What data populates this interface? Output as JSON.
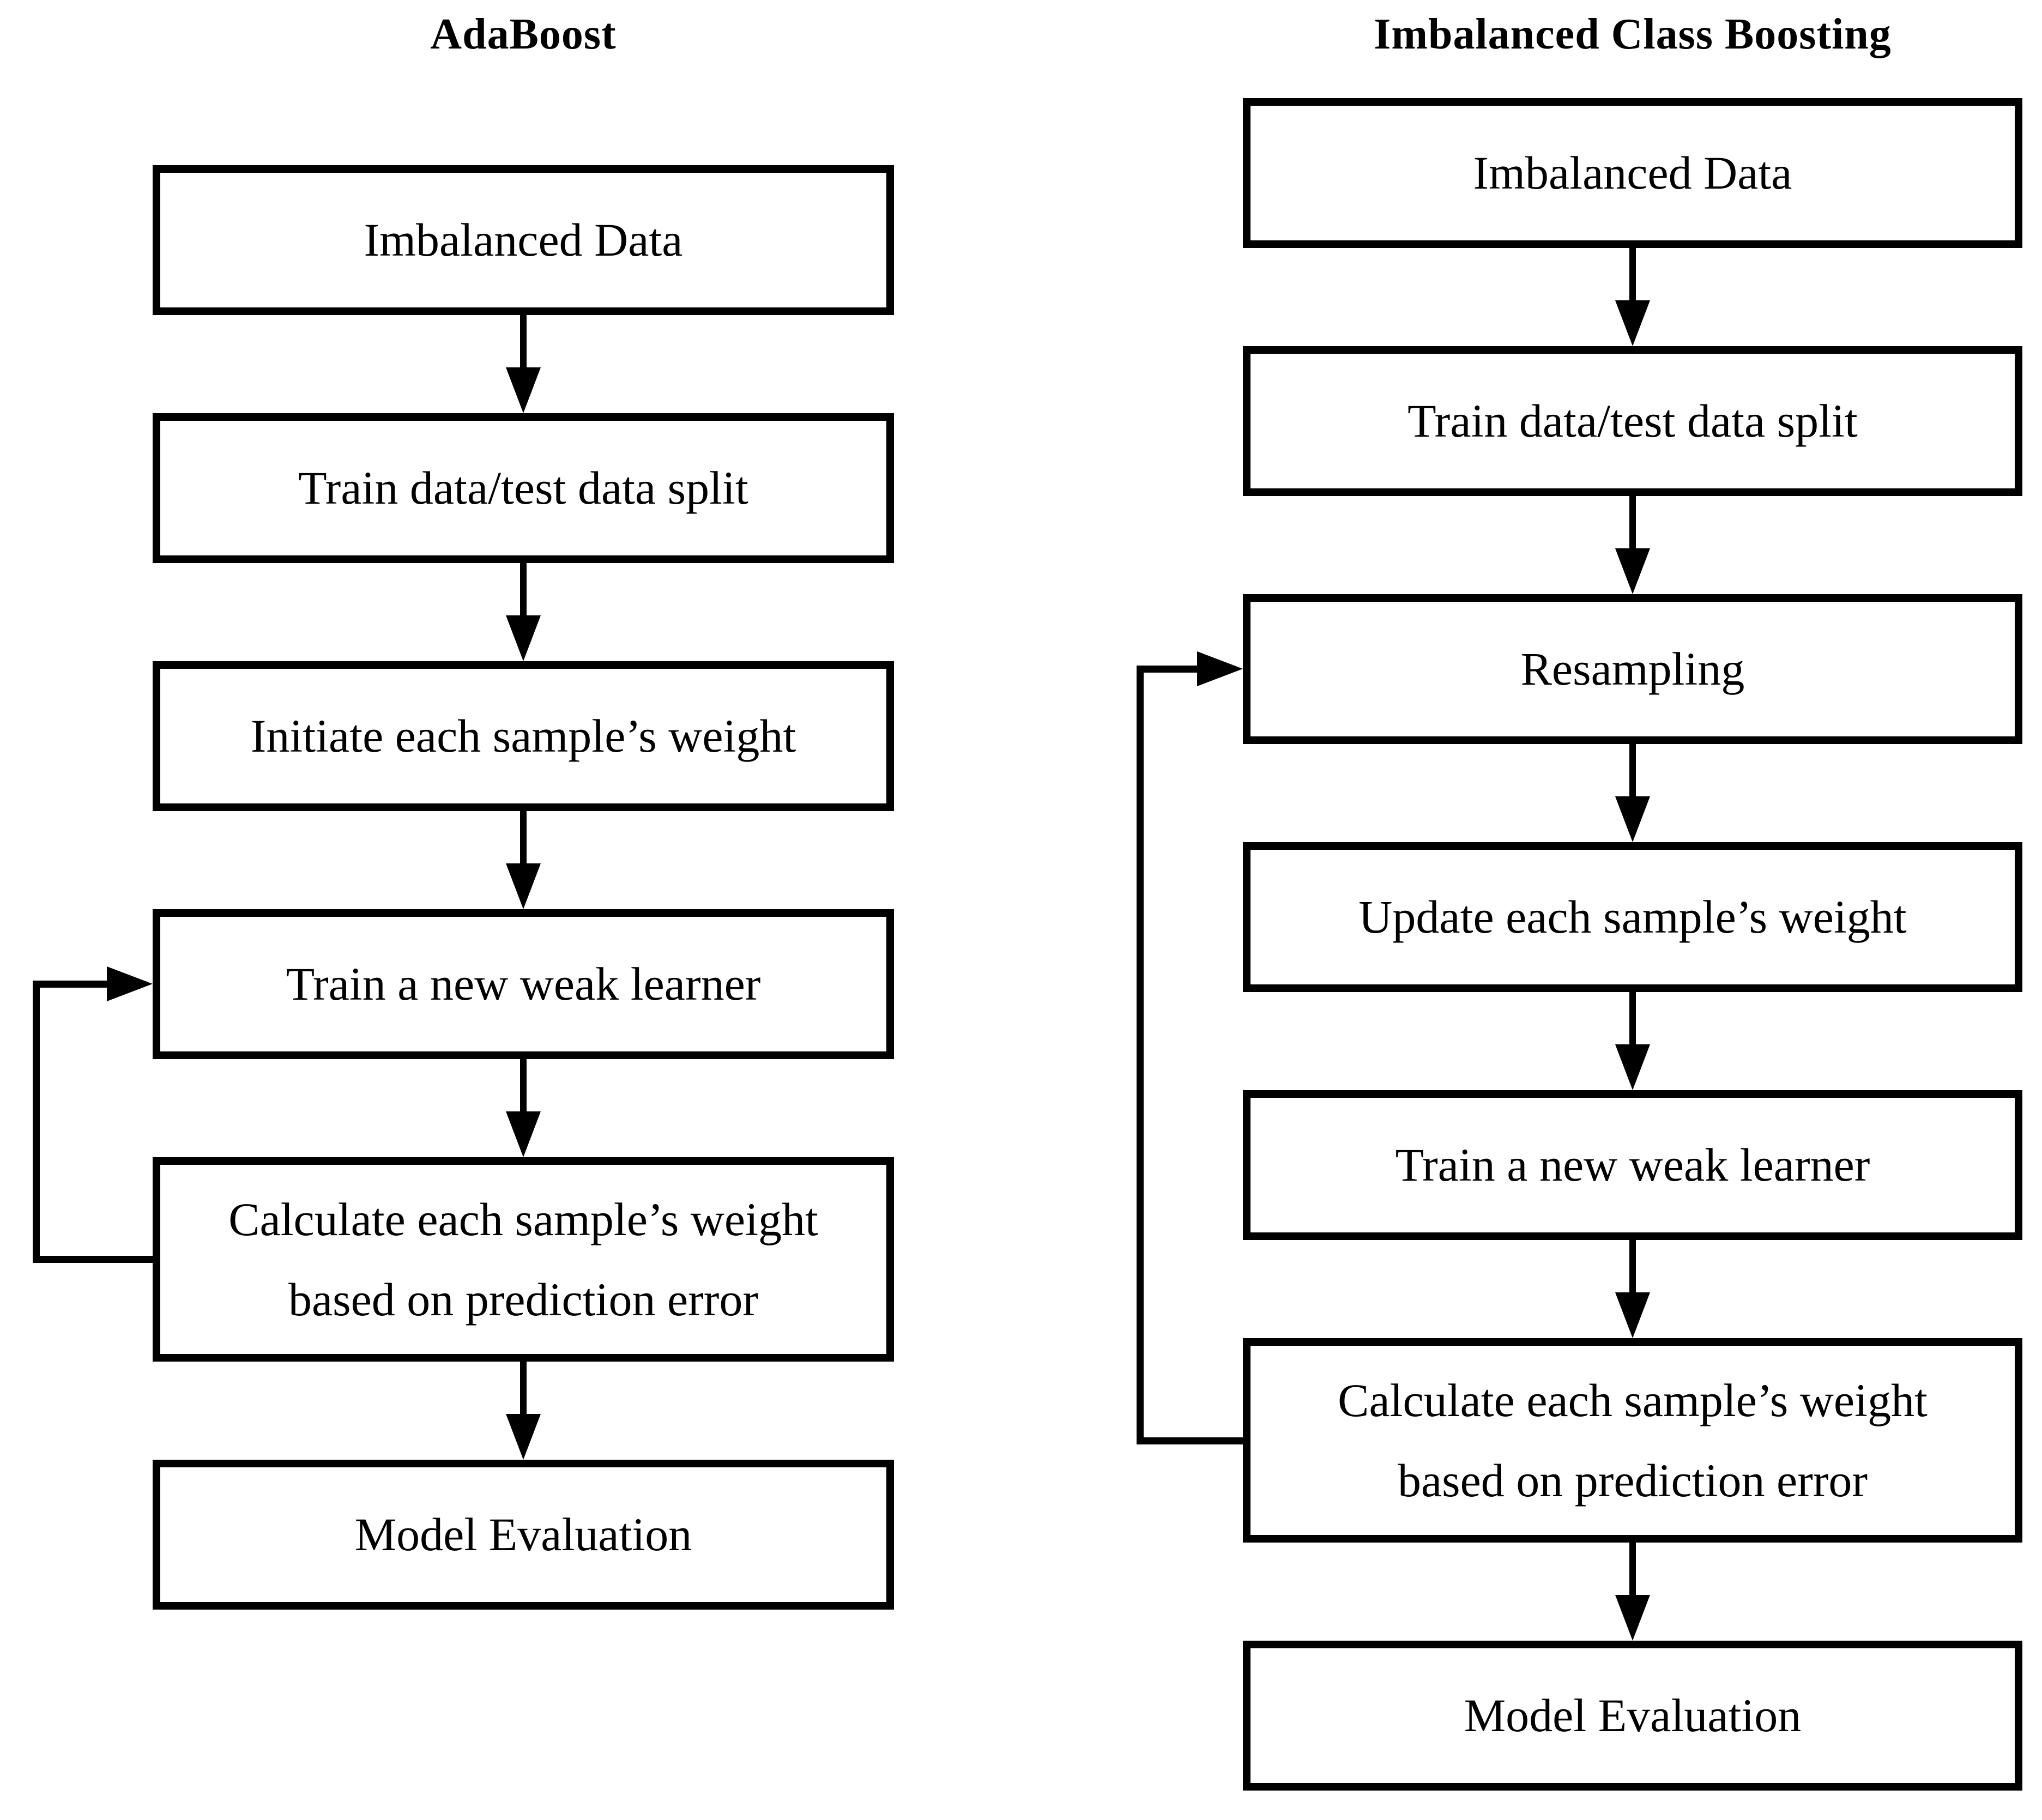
{
  "colors": {
    "ink": "#000000",
    "background": "#ffffff"
  },
  "charts": [
    {
      "title": "AdaBoost",
      "boxes": [
        {
          "lines": [
            "Imbalanced Data"
          ]
        },
        {
          "lines": [
            "Train data/test data split"
          ]
        },
        {
          "lines": [
            "Initiate each sample’s weight"
          ]
        },
        {
          "lines": [
            "Train a new weak learner"
          ]
        },
        {
          "lines": [
            "Calculate each sample’s weight",
            "based on prediction error"
          ]
        },
        {
          "lines": [
            "Model Evaluation"
          ]
        }
      ],
      "loop": {
        "from": "Calculate each sample’s weight based on prediction error",
        "to": "Train a new weak learner"
      }
    },
    {
      "title": "Imbalanced Class Boosting",
      "boxes": [
        {
          "lines": [
            "Imbalanced Data"
          ]
        },
        {
          "lines": [
            "Train data/test data split"
          ]
        },
        {
          "lines": [
            "Resampling"
          ]
        },
        {
          "lines": [
            "Update each sample’s weight"
          ]
        },
        {
          "lines": [
            "Train a new weak learner"
          ]
        },
        {
          "lines": [
            "Calculate each sample’s weight",
            "based on prediction error"
          ]
        },
        {
          "lines": [
            "Model Evaluation"
          ]
        }
      ],
      "loop": {
        "from": "Calculate each sample’s weight based on prediction error",
        "to": "Resampling"
      }
    }
  ]
}
